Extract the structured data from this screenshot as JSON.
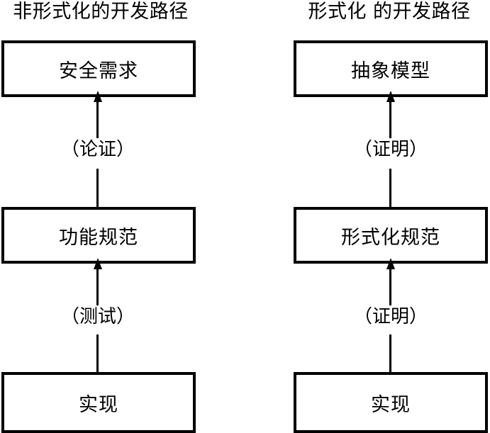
{
  "diagram": {
    "type": "two-column-flow",
    "background_color": "#ffffff",
    "stroke_color": "#000000",
    "columns": [
      {
        "id": "informal",
        "title": "非形式化的开发路径",
        "nodes": [
          {
            "id": "security-requirements",
            "label": "安全需求"
          },
          {
            "id": "functional-specification",
            "label": "功能规范"
          },
          {
            "id": "implementation",
            "label": "实现"
          }
        ],
        "edges": [
          {
            "id": "impl-to-funcspec",
            "label": "（测试）",
            "direction": "up"
          },
          {
            "id": "funcspec-to-secreq",
            "label": "（论证）",
            "direction": "up"
          }
        ]
      },
      {
        "id": "formal",
        "title": "形式化 的开发路径",
        "nodes": [
          {
            "id": "abstract-model",
            "label": "抽象模型"
          },
          {
            "id": "formal-specification",
            "label": "形式化规范"
          },
          {
            "id": "implementation",
            "label": "实现"
          }
        ],
        "edges": [
          {
            "id": "impl-to-formalspec",
            "label": "（证明）",
            "direction": "up"
          },
          {
            "id": "formalspec-to-absmodel",
            "label": "（证明）",
            "direction": "up"
          }
        ]
      }
    ]
  }
}
